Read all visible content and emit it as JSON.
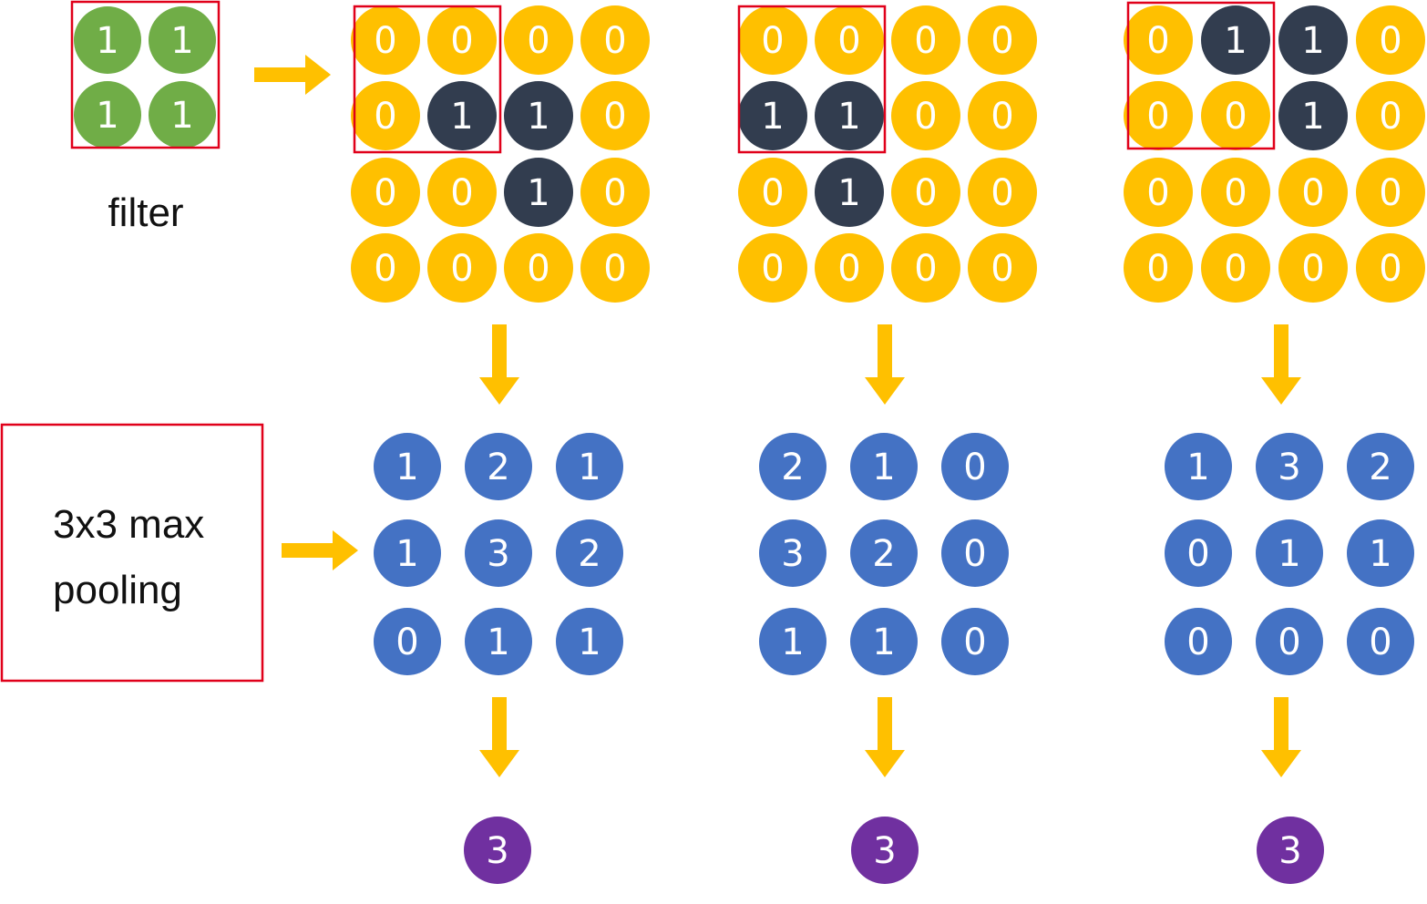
{
  "filter": {
    "label": "filter",
    "values": [
      [
        1,
        1
      ],
      [
        1,
        1
      ]
    ]
  },
  "pooling": {
    "label_line1": "3x3 max",
    "label_line2": "pooling"
  },
  "examples": [
    {
      "input": [
        [
          0,
          0,
          0,
          0
        ],
        [
          0,
          1,
          1,
          0
        ],
        [
          0,
          0,
          1,
          0
        ],
        [
          0,
          0,
          0,
          0
        ]
      ],
      "conv": [
        [
          1,
          2,
          1
        ],
        [
          1,
          3,
          2
        ],
        [
          0,
          1,
          1
        ]
      ],
      "pooled": 3
    },
    {
      "input": [
        [
          0,
          0,
          0,
          0
        ],
        [
          1,
          1,
          0,
          0
        ],
        [
          0,
          1,
          0,
          0
        ],
        [
          0,
          0,
          0,
          0
        ]
      ],
      "conv": [
        [
          2,
          1,
          0
        ],
        [
          3,
          2,
          0
        ],
        [
          1,
          1,
          0
        ]
      ],
      "pooled": 3
    },
    {
      "input": [
        [
          0,
          1,
          1,
          0
        ],
        [
          0,
          0,
          1,
          0
        ],
        [
          0,
          0,
          0,
          0
        ],
        [
          0,
          0,
          0,
          0
        ]
      ],
      "conv": [
        [
          1,
          3,
          2
        ],
        [
          0,
          1,
          1
        ],
        [
          0,
          0,
          0
        ]
      ],
      "pooled": 3
    }
  ],
  "colors": {
    "filter": "#70ad47",
    "input_zero": "#ffc000",
    "input_one": "#323d4f",
    "conv": "#4472c4",
    "pooled": "#7030a0",
    "highlight": "#e0001a",
    "arrow": "#ffc000"
  }
}
